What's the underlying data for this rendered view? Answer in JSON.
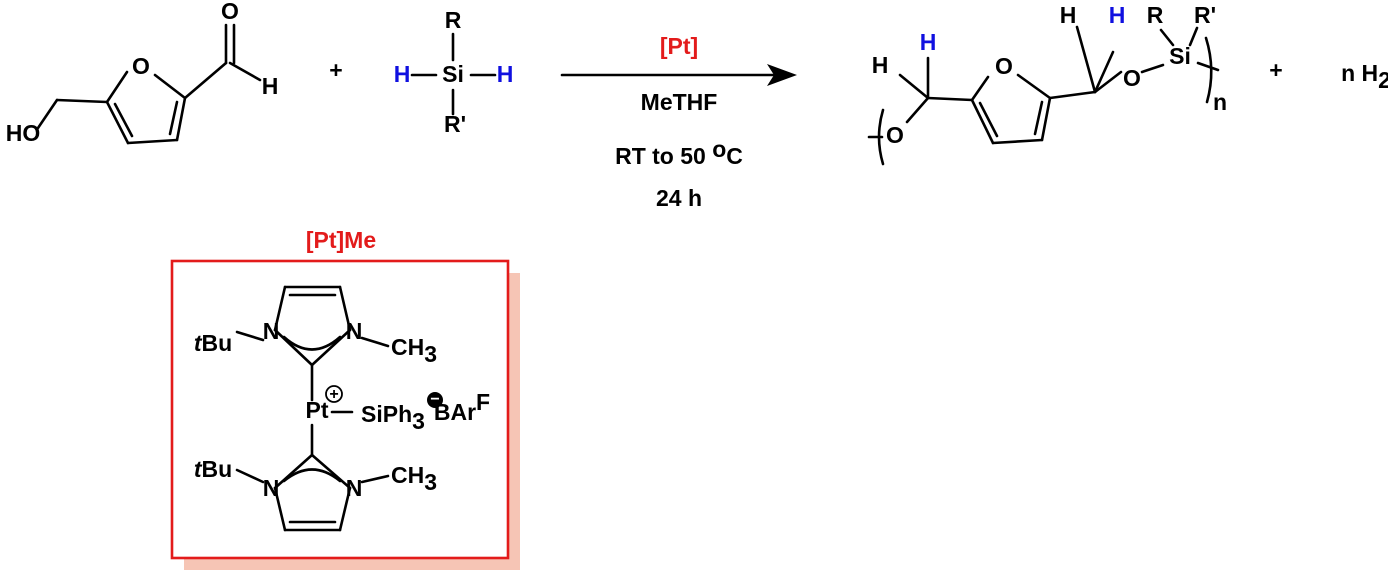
{
  "colors": {
    "bond": "#000000",
    "hydride": "#1010e0",
    "catalyst": "#e31b1b",
    "box_shadow": "#f6c5b5"
  },
  "reactant_hmf": {
    "O_ring": "O",
    "O_aldehyde": "O",
    "H_aldehyde": "H",
    "HO": "HO"
  },
  "plus_1": "+",
  "silane": {
    "R": "R",
    "R_prime": "R'",
    "Si": "Si",
    "H_left": "H",
    "H_right": "H"
  },
  "conditions": {
    "catalyst": "[Pt]",
    "solvent": "MeTHF",
    "temperature_prefix": "RT to 50 ",
    "temperature_degree": "o",
    "temperature_unit": "C",
    "time": "24 h"
  },
  "product": {
    "H_left": "H",
    "H_left_blue": "H",
    "O_left": "O",
    "O_ring": "O",
    "H_right": "H",
    "H_right_blue": "H",
    "O_right": "O",
    "Si": "Si",
    "R": "R",
    "R_prime": "R'",
    "n": "n"
  },
  "plus_2": "+",
  "hydrogen": {
    "prefix": "n H",
    "subscript": "2"
  },
  "catalyst_box": {
    "label": "[Pt]Me",
    "N": "N",
    "tBu_t": "t",
    "tBu": "Bu",
    "CH": "CH",
    "CH_sub": "3",
    "Pt": "Pt",
    "plus": "+",
    "SiPh": "SiPh",
    "SiPh_sub": "3",
    "minus": "−",
    "BAr": "BAr",
    "BAr_sup": "F"
  }
}
